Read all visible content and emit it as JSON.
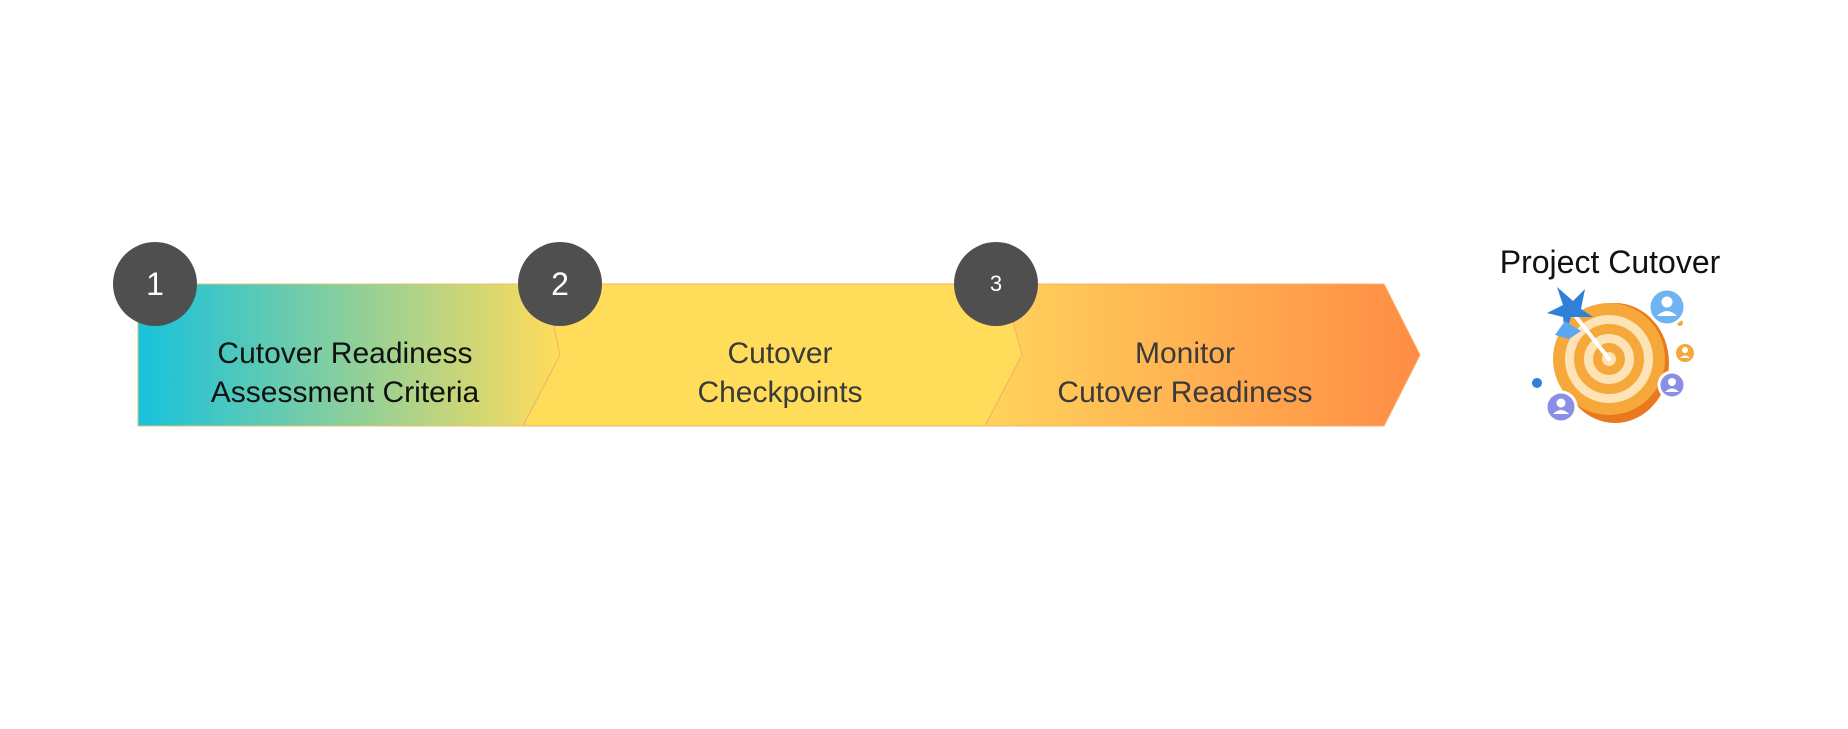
{
  "steps": [
    {
      "number": "1",
      "lines": [
        "Cutover Readiness",
        "Assessment Criteria"
      ]
    },
    {
      "number": "2",
      "lines": [
        "Cutover",
        "Checkpoints"
      ]
    },
    {
      "number": "3",
      "lines": [
        "Monitor",
        "Cutover Readiness"
      ]
    }
  ],
  "goal": {
    "title": "Project Cutover",
    "icon": "target-with-darts-and-people-icon"
  },
  "colors": {
    "step1_start": "#17c2dc",
    "step1_end": "#ffdc5a",
    "step2": "#ffdc5a",
    "step3_start": "#ffd35c",
    "step3_end": "#ff8c45",
    "badge": "#4f4f4f",
    "target_orange": "#f7a83a",
    "dart_blue": "#2f80d8",
    "person_blue": "#6fb4f2",
    "person_purple": "#8a8fe6"
  }
}
